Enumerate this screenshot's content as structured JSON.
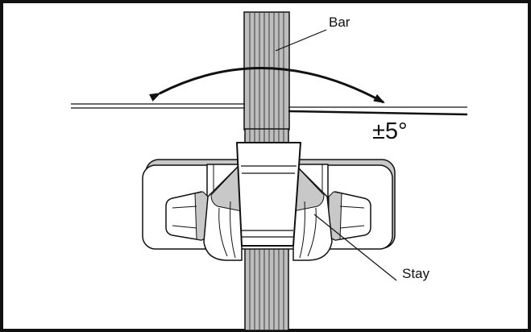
{
  "labels": {
    "bar": "Bar",
    "angle": "±5°",
    "stay": "Stay"
  },
  "colors": {
    "stroke": "#111111",
    "bar_fill": "#bdbdbd",
    "bar_lines": "#3a3a3a",
    "shade": "#c8c8c8",
    "body_fill": "#ffffff"
  }
}
